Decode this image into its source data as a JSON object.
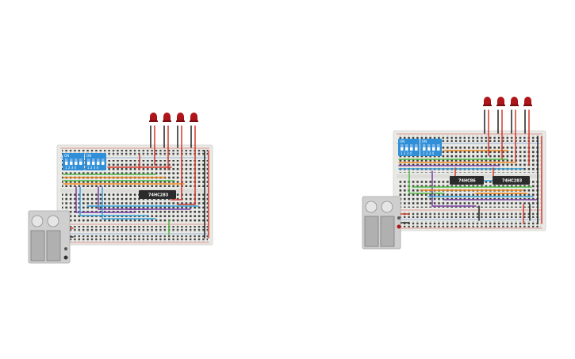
{
  "circuits": [
    {
      "chips": [
        {
          "label": "74HC283"
        }
      ],
      "dip_switches": [
        {
          "on_label": "ON",
          "numbers": "1 2 3 4"
        },
        {
          "on_label": "ON",
          "numbers": "1 2 3 4"
        }
      ],
      "led_count": 4,
      "led_color": "#b0151a",
      "battery_count": 2
    },
    {
      "chips": [
        {
          "label": "74HC86"
        },
        {
          "label": "74HC283"
        }
      ],
      "dip_switches": [
        {
          "on_label": "ON",
          "numbers": "1 2 3 4"
        },
        {
          "on_label": "ON",
          "numbers": "1 2 3 4"
        }
      ],
      "led_count": 4,
      "led_color": "#b0151a",
      "battery_count": 2
    }
  ],
  "colors": {
    "breadboard": "#e9e9e6",
    "rail_red": "#d8473e",
    "rail_blue": "#4a7dc4",
    "dip_blue": "#2f8fd8",
    "chip_body": "#2b2b2b",
    "wire_red": "#d33a2c",
    "wire_black": "#222222",
    "wire_green": "#53b948",
    "wire_orange": "#f28a1e",
    "wire_blue": "#35a3dc",
    "wire_purple": "#7a3fa8",
    "battery_body": "#b9b9b9"
  }
}
